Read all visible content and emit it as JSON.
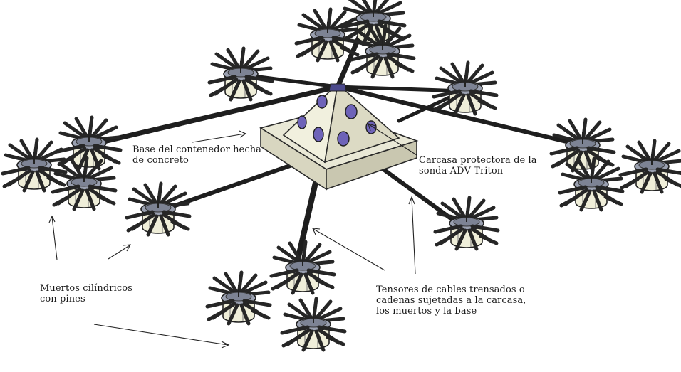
{
  "labels": {
    "base": "Base del contenedor hecha\nde concreto",
    "carcasa": "Carcasa protectora de la\nsonda ADV Triton",
    "muertos": "Muertos cilíndricos\ncon pines",
    "tensores": "Tensores de cables trensados o\ncadenas sujetadas a la carcasa,\nlos muertos y la base"
  },
  "colors": {
    "cable": "#1e1e1e",
    "base_top": "#e9e8d6",
    "base_side": "#c9c7b0",
    "pyramid_light": "#f1f0de",
    "pyramid_shade": "#d2d0bb",
    "porthole": "#6e63b8",
    "anchor_body": "#efeed9",
    "anchor_top": "#8a8f9e",
    "pin": "#2a2a2a"
  }
}
